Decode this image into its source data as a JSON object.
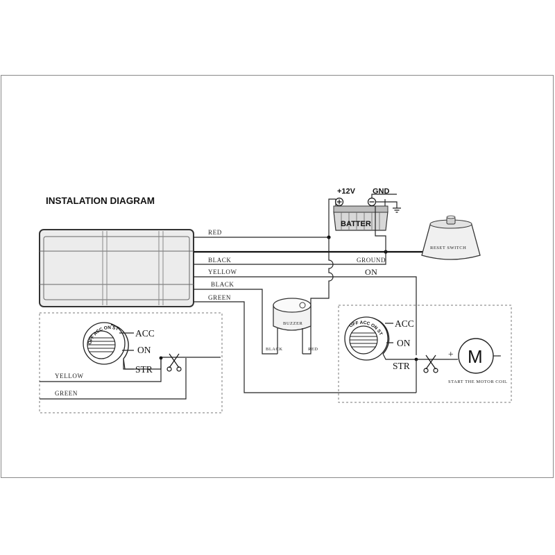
{
  "title": "INSTALATION DIAGRAM",
  "wires": {
    "red": "RED",
    "black": "BLACK",
    "yellow": "YELLOW",
    "black2": "BLACK",
    "green": "GREEN",
    "ground": "GROUND",
    "on": "ON"
  },
  "battery": {
    "label": "BATTER",
    "plus_label": "+12V",
    "gnd_label": "GND"
  },
  "reset_switch": "RESET SWITCH",
  "buzzer": {
    "label": "BUZZER",
    "black_lead": "BLACK",
    "red_lead": "RED"
  },
  "left_switch": {
    "acc": "ACC",
    "on": "ON",
    "str": "STR",
    "yellow": "YELLOW",
    "green": "GREEN",
    "ring_text": "OFF ACC ON ST"
  },
  "right_switch": {
    "acc": "ACC",
    "on": "ON",
    "str": "STR",
    "ring_text": "OFF ACC ON ST"
  },
  "motor": {
    "symbol": "M",
    "plus": "+",
    "minus": "-",
    "caption": "START THE MOTOR COIL"
  }
}
